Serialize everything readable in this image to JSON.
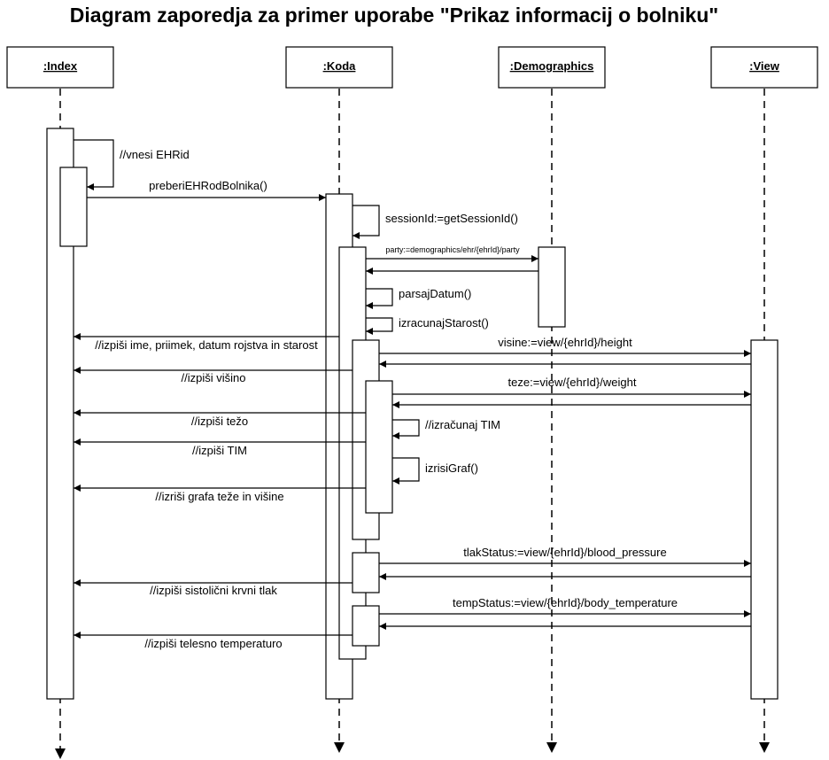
{
  "title": "Diagram zaporedja za primer uporabe \"Prikaz informacij o bolniku\"",
  "participants": [
    {
      "label": ":Index"
    },
    {
      "label": ":Koda"
    },
    {
      "label": ":Demographics"
    },
    {
      "label": ":View"
    }
  ],
  "messages": {
    "m1": "//vnesi EHRid",
    "m2": "preberiEHRodBolnika()",
    "m3": "sessionId:=getSessionId()",
    "m4": "party:=demographics/ehr/{ehrId}/party",
    "m5": "parsajDatum()",
    "m6": "izracunajStarost()",
    "m7": "//izpiši ime, priimek, datum rojstva in starost",
    "m8": "visine:=view/{ehrId}/height",
    "m9": "//izpiši višino",
    "m10": "teze:=view/{ehrId}/weight",
    "m11": "//izpiši težo",
    "m12": "//izračunaj TIM",
    "m13": "//izpiši TIM",
    "m14": "izrisiGraf()",
    "m15": "//izriši grafa teže in višine",
    "m16": "tlakStatus:=view/{ehrId}/blood_pressure",
    "m17": "//izpiši sistolični krvni tlak",
    "m18": "tempStatus:=view/{ehrId}/body_temperature",
    "m19": "//izpiši telesno temperaturo"
  }
}
